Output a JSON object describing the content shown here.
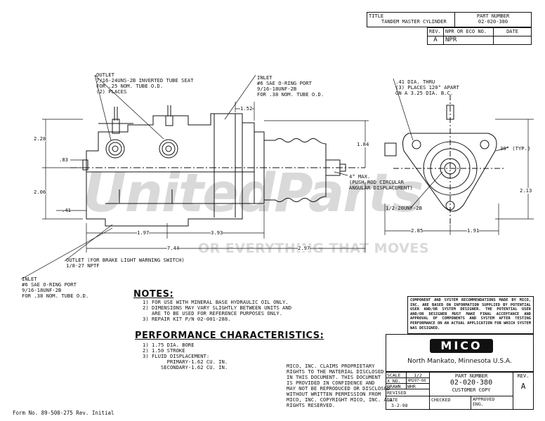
{
  "title_block": {
    "title_label": "TITLE",
    "title": "TANDEM MASTER CYLINDER",
    "part_number_label": "PART NUMBER",
    "part_number": "02-020-380",
    "rev_label": "REV.",
    "npr_label": "NPR OR ECO NO.",
    "date_label": "DATE",
    "rev_value": "A",
    "npr_value": "NPR"
  },
  "callouts": {
    "outlet_top": "OUTLET\n7/16-24UNS-2B INVERTED TUBE SEAT\nFOR .25 NOM. TUBE O.D.\n(2) PLACES",
    "inlet_top": "INLET\n#6 SAE O-RING PORT\n9/16-18UNF-2B\nFOR .38 NOM. TUBE O.D.",
    "holes": ".41 DIA. THRU\n(3) PLACES 120° APART\nON A 3.25 DIA. B.C.",
    "angle": "30° (TYP.)",
    "pushrod": "4° MAX.\n(PUSH ROD CIRCULAR\nANGULAR DISPLACEMENT)",
    "thread": "1/2-20UNF-2B",
    "outlet_switch": "OUTLET (FOR BRAKE LIGHT WARNING SWITCH)\n1/8-27 NPTF",
    "inlet_bottom": "INLET\n#6 SAE O-RING PORT\n9/16-18UNF-2B\nFOR .38 NOM. TUBE O.D."
  },
  "dimensions": {
    "d_2_28": "2.28",
    "d_83": ".83",
    "d_2_06": "2.06",
    "d_41": ".41",
    "d_1_97": "1.97",
    "d_3_93": "3.93",
    "d_7_44": "7.44",
    "d_2_97": "2.97",
    "d_1_52": "1.52",
    "d_1_84": "1.84",
    "d_2_85": "2.85",
    "d_1_91": "1.91",
    "d_2_13": "2.13"
  },
  "watermark": {
    "brand": "UnitedParts",
    "tagline": "OR EVERYTHING THAT MOVES"
  },
  "notes": {
    "heading": "NOTES:",
    "items": [
      "1) FOR USE WITH MINERAL BASE HYDRAULIC OIL ONLY.",
      "2) DIMENSIONS MAY VARY SLIGHTLY BETWEEN UNITS AND\n   ARE TO BE USED FOR REFERENCE PURPOSES ONLY.",
      "3) REPAIR KIT P/N 02-001-288."
    ]
  },
  "performance": {
    "heading": "PERFORMANCE CHARACTERISTICS:",
    "items": [
      "1) 1.75 DIA. BORE",
      "2) 1.50 STROKE",
      "3) FLUID DISPLACEMENT:\n        PRIMARY-1.62 CU. IN.\n      SECONDARY-1.62 CU. IN."
    ]
  },
  "disclaimer": "COMPONENT AND SYSTEM RECOMMENDATIONS MADE BY MICO, INC. ARE BASED ON INFORMATION SUPPLIED BY POTENTIAL USER AND/OR SYSTEM DESIGNER. THE POTENTIAL USER AND/OR DESIGNER MUST MAKE FINAL ACCEPTANCE AND APPROVAL OF COMPONENTS AND SYSTEM AFTER TESTING PERFORMANCE ON AN ACTUAL APPLICATION FOR WHICH SYSTEM WAS DESIGNED.",
  "proprietary": "MICO, INC. CLAIMS PROPRIETARY\nRIGHTS TO THE MATERIAL DISCLOSED\nIN THIS DOCUMENT. THIS DOCUMENT\nIS PROVIDED IN CONFIDENCE AND\nMAY NOT BE REPRODUCED OR DISCLOSED\nWITHOUT WRITTEN PERMISSION FROM\nMICO, INC. COPYRIGHT MICO, INC. ALL\nRIGHTS RESERVED.",
  "company": {
    "logo": "MICO",
    "location": "North Mankato, Minnesota U.S.A."
  },
  "info_block": {
    "scale_label": "SCALE",
    "scale_value": "1/2",
    "xno_label": "X NO.",
    "xno_value": "XM297-60",
    "drawn_label": "DRAWN",
    "drawn_value": "WHR",
    "revised_label": "REVISED",
    "date_label": "DATE",
    "date_value": "3-2-98",
    "part_number_label": "PART NUMBER",
    "part_number": "02-020-380",
    "customer_copy": "CUSTOMER COPY",
    "rev_label": "REV.",
    "rev_value": "A",
    "checked_label": "CHECKED",
    "approved_label": "APPROVED",
    "eng_label": "ENG."
  },
  "form_no": "Form No. 89-500-275  Rev. Initial"
}
